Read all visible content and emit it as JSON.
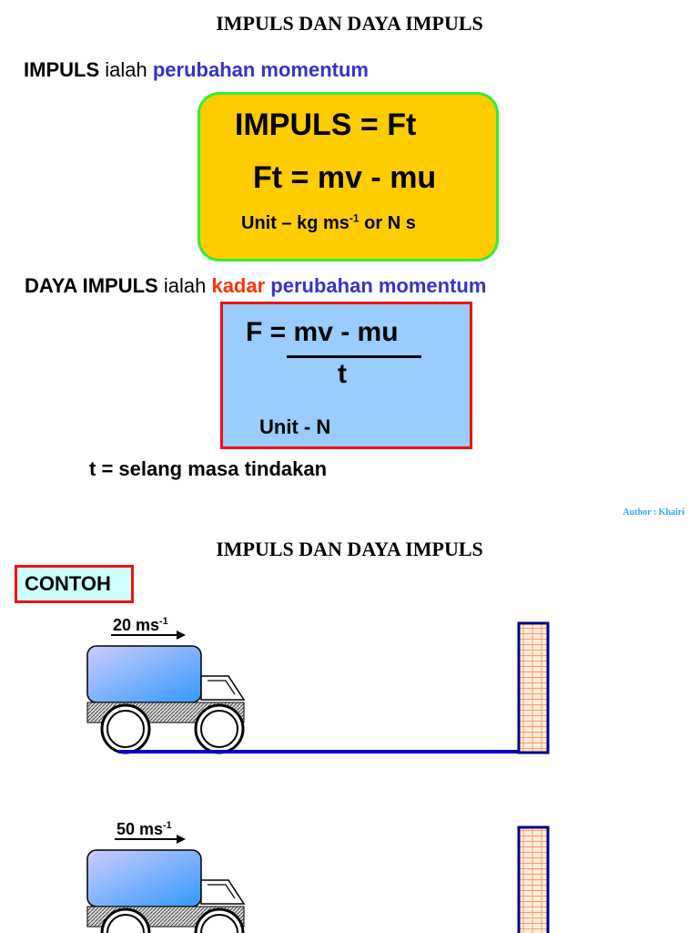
{
  "slide1": {
    "title": "IMPULS DAN DAYA IMPULS",
    "def1": {
      "term": "IMPULS",
      "verb": "ialah",
      "phrase": "perubahan momentum"
    },
    "box1": {
      "line1": "IMPULS = Ft",
      "line2": "Ft = mv - mu",
      "unit_prefix": "Unit – kg ms",
      "unit_exp": "-1",
      "unit_suffix": "or N s"
    },
    "def2": {
      "term": "DAYA IMPULS",
      "verb": "ialah",
      "highlight": "kadar",
      "phrase": "perubahan momentum"
    },
    "box2": {
      "numerator": "F = mv - mu",
      "denominator": "t",
      "unit": "Unit - N"
    },
    "note": "t = selang masa tindakan",
    "author": "Author : Khairi"
  },
  "slide2": {
    "title": "IMPULS DAN DAYA IMPULS",
    "label": "CONTOH",
    "scene1": {
      "speed_value": "20 ms",
      "speed_exp": "-1"
    },
    "scene2": {
      "speed_value": "50 ms",
      "speed_exp": "-1"
    }
  },
  "colors": {
    "box1_fill": "#ffcc00",
    "box1_border": "#33ee33",
    "box2_fill": "#99ccff",
    "box2_border": "#ee1111",
    "blue_text": "#3333cc",
    "red_text": "#ff3300",
    "road": "#0000cc"
  }
}
